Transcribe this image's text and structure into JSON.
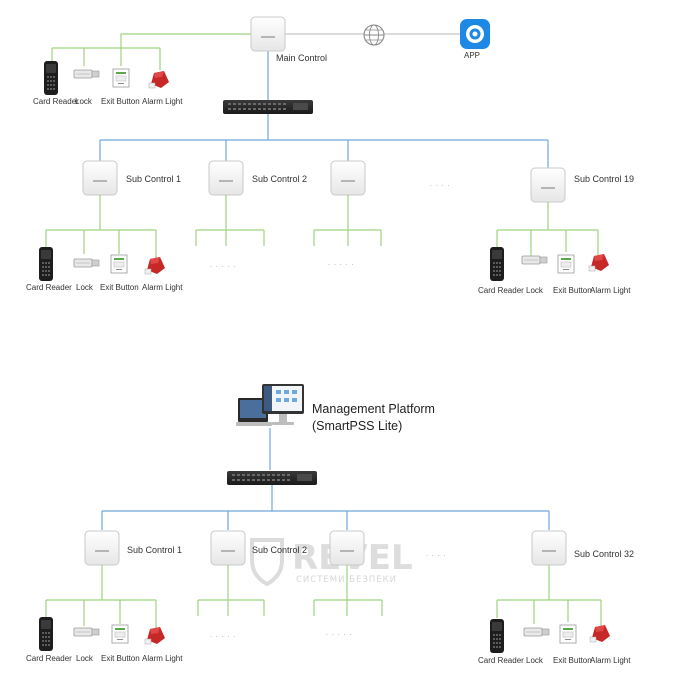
{
  "top": {
    "main_control": "Main Control",
    "app": "APP",
    "devices": {
      "card_reader": "Card Reader",
      "lock": "Lock",
      "exit_button": "Exit Button",
      "alarm_light": "Alarm Light"
    },
    "sub1": "Sub Control 1",
    "sub2": "Sub Control 2",
    "sub19": "Sub Control 19",
    "ellipsis": ". . . .",
    "ellipsis_small": ". . . . ."
  },
  "bottom": {
    "platform_line1": "Management Platform",
    "platform_line2": "(SmartPSS Lite)",
    "sub1": "Sub Control 1",
    "sub2": "Sub Control 2",
    "sub32": "Sub Control 32",
    "ellipsis": ". . . .",
    "ellipsis_small": ". . . . .",
    "devices": {
      "card_reader": "Card Reader",
      "lock": "Lock",
      "exit_button": "Exit Button",
      "alarm_light": "Alarm Light"
    }
  },
  "watermark": {
    "brand": "REVEL",
    "tagline": "СИСТЕМИ БЕЗПЕКИ"
  },
  "colors": {
    "blue_line": "#6fa8dc",
    "green_line": "#9fd27f",
    "gray_line": "#c8c8c8",
    "app_blue": "#1e88e5",
    "alarm_red": "#c62828",
    "switch": "#2b2b2b"
  }
}
